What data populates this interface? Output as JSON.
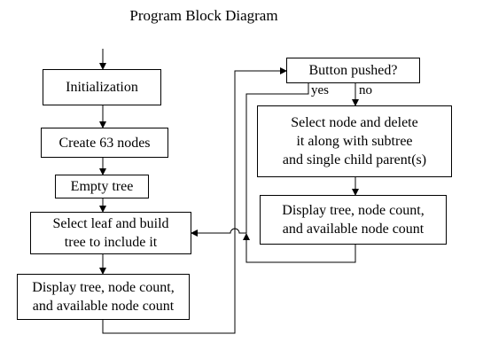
{
  "title": "Program Block Diagram",
  "boxes": {
    "init": "Initialization",
    "create": "Create 63 nodes",
    "empty": "Empty tree",
    "select_leaf": "Select leaf and build\ntree to include it",
    "display_left": "Display tree, node count,\nand available node count",
    "button": "Button pushed?",
    "select_delete": "Select node and delete\nit along with subtree\nand single child parent(s)",
    "display_right": "Display tree, node count,\nand available node count"
  },
  "labels": {
    "yes": "yes",
    "no": "no"
  }
}
